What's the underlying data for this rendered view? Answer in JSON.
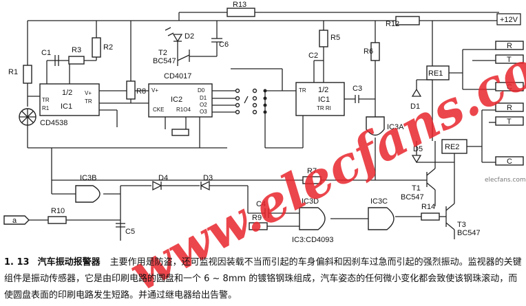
{
  "labels": {
    "supply": "+12V",
    "r13": "R13",
    "r12": "R12",
    "r1": "R1",
    "r2": "R2",
    "r3": "R3",
    "r5": "R5",
    "r6": "R6",
    "r7": "R7",
    "r8": "R8",
    "r9": "R9",
    "r10": "R10",
    "r14": "R14",
    "c1": "C1",
    "c2": "C2",
    "c3": "C3",
    "c4": "C4",
    "c5": "C5",
    "c6": "C6",
    "d1": "D1",
    "d2": "D2",
    "d3": "D3",
    "d4": "D4",
    "d5": "D5",
    "t1": "T1",
    "t2": "T2",
    "t3": "T3",
    "t1_type": "BC547",
    "t2_type": "BC547",
    "t3_type": "BC547",
    "re1": "RE1",
    "re2": "RE2",
    "term_r1": "R",
    "term_t1": "T",
    "term_c1": "C",
    "term_r2": "R",
    "term_t2": "T",
    "term_c2": "C",
    "input_a": "a",
    "ic1_title": "1/2",
    "ic1_name": "IC1",
    "ic1_part": "CD4538",
    "ic1_tr": "TR",
    "ic1_r1": "R1",
    "ic1_vplus": "V+",
    "ic1_tr2": "TR",
    "ic1b_title": "1/2",
    "ic1b_name": "IC1",
    "ic1b_tr": "TR",
    "ic1b_ri": "TR RI",
    "ic2_name": "IC2",
    "ic2_part": "CD4017",
    "ic2_vplus": "V+",
    "ic2_cke": "CKE",
    "ic2_r1o4": "R1O4",
    "ic2_d0": "D0",
    "ic2_d1": "D1",
    "ic2_o2": "O2",
    "ic2_o3": "O3",
    "ic3a": "IC3A",
    "ic3b": "IC3B",
    "ic3c": "IC3C",
    "ic3d": "IC3D",
    "ic3_part": "IC3:CD4093"
  },
  "watermark": {
    "text": "www.elecfans.com",
    "small": "elecfans.com"
  },
  "caption": {
    "number": "1. 13",
    "title": "汽车振动报警器",
    "text": "主要作用是防盗，还可监视因装载不当而引起的车身偏斜和因刹车过急而引起的强烈振动。监视器的关键组件是振动传感器，它是由印刷电路的圆盘和一个 6 ~ 8mm 的镀铬钢珠组成，汽车姿态的任何微小变化都会致使该钢珠滚动，而使圆盘表面的印刷电路发生短路。并通过继电器给出告警。"
  }
}
